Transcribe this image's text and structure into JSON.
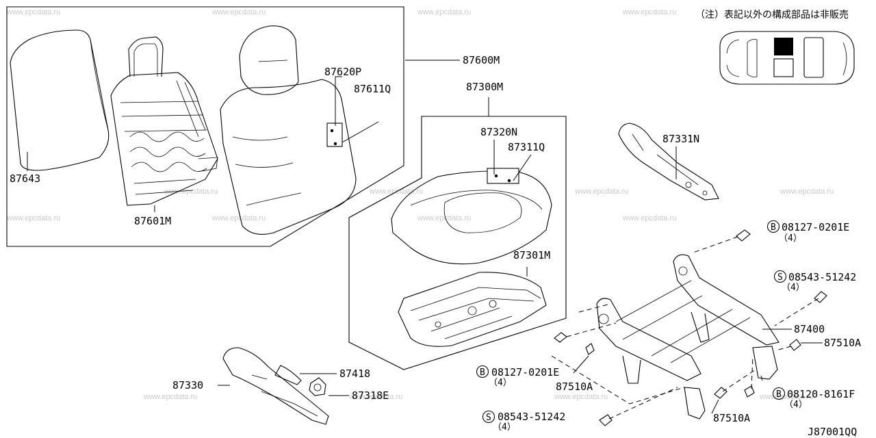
{
  "note": "（注）表記以外の構成部品は非販売",
  "watermark": "www.epcdata.ru",
  "drawing_code": "J87001QQ",
  "labels": {
    "p87600M": "87600M",
    "p87620P": "87620P",
    "p87611Q": "87611Q",
    "p87643": "87643",
    "p87601M": "87601M",
    "p87300M": "87300M",
    "p87320N": "87320N",
    "p87311Q": "87311Q",
    "p87301M": "87301M",
    "p87331N": "87331N",
    "p87400": "87400",
    "p87510A_1": "87510A",
    "p87510A_2": "87510A",
    "p87510A_3": "87510A",
    "p87330": "87330",
    "p87418": "87418",
    "p87318E": "87318E"
  },
  "fasteners": {
    "b_top": {
      "symbol": "B",
      "part": "08127-0201E",
      "qty": "（4）"
    },
    "s_right": {
      "symbol": "S",
      "part": "08543-51242",
      "qty": "（4）"
    },
    "b_mid": {
      "symbol": "B",
      "part": "08127-0201E",
      "qty": "（4）"
    },
    "s_bottom": {
      "symbol": "S",
      "part": "08543-51242",
      "qty": "（4）"
    },
    "b_right": {
      "symbol": "B",
      "part": "08120-8161F",
      "qty": "（4）"
    }
  }
}
